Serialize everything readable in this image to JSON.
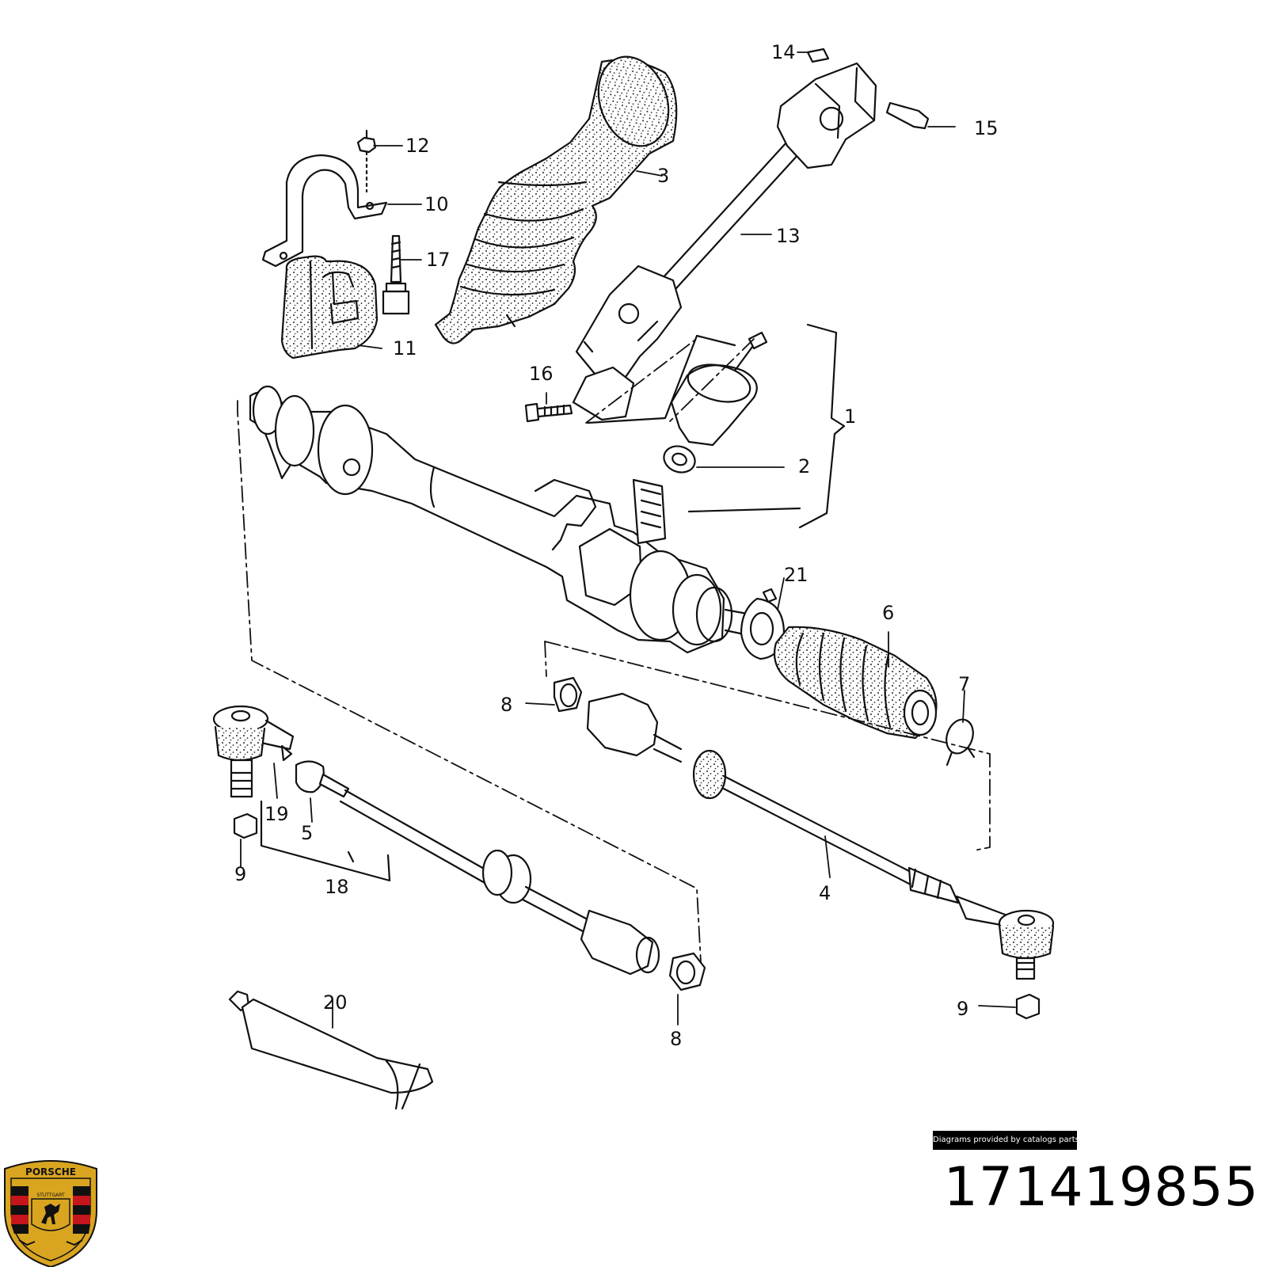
{
  "callouts": {
    "c1": "1",
    "c2": "2",
    "c3": "3",
    "c4": "4",
    "c5": "5",
    "c6": "6",
    "c7": "7",
    "c8a": "8",
    "c8b": "8",
    "c9a": "9",
    "c9b": "9",
    "c10": "10",
    "c11": "11",
    "c12": "12",
    "c13": "13",
    "c14": "14",
    "c15": "15",
    "c16": "16",
    "c17": "17",
    "c18": "18",
    "c19": "19",
    "c20": "20",
    "c21": "21"
  },
  "logo": {
    "brand": "PORSCHE",
    "city": "STUTTGART",
    "colors": {
      "gold": "#d9a520",
      "red": "#c4161c",
      "black": "#111111"
    }
  },
  "badge": {
    "text": "Diagrams provided by catalogs parts"
  },
  "part_number": "171419855"
}
